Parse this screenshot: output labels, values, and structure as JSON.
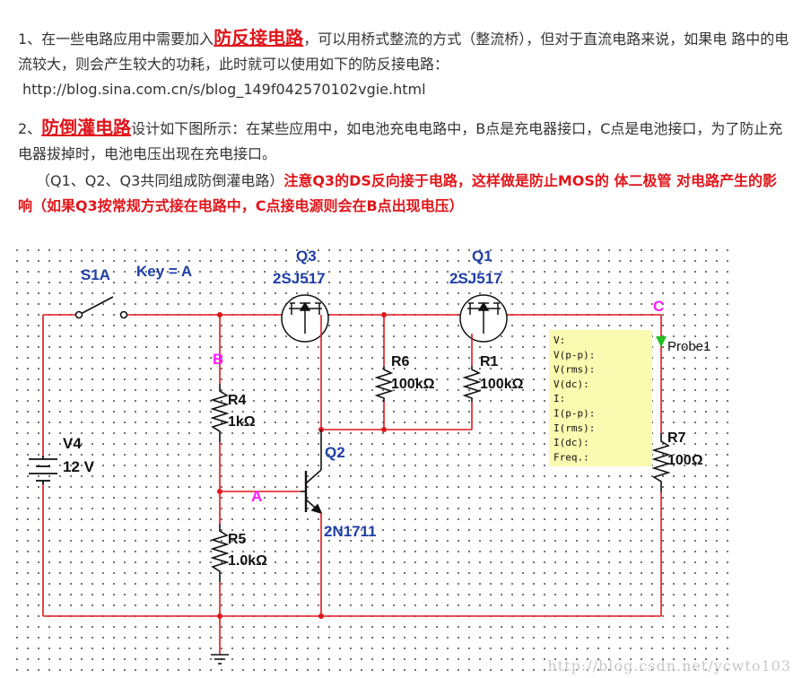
{
  "para1": {
    "prefix": "1、在一些电路应用中需要加入",
    "highlight": "防反接电路",
    "rest": "，可以用桥式整流的方式（整流桥），但对于直流电路来说，如果电  路中的电流较大，则会产生较大的功耗，此时就可以使用如下的防反接电路："
  },
  "link": "http://blog.sina.com.cn/s/blog_149f042570102vgie.html",
  "para2": {
    "prefix": "2、",
    "highlight": "防倒灌电路",
    "rest": "设计如下图所示：在某些应用中，如电池充电电路中，B点是充电器接口，C点是电池接口，为了防止充电器拔掉时，电池电压出现在充电接口。"
  },
  "para3": {
    "prefix": "（Q1、Q2、Q3共同组成防倒灌电路）",
    "red": "注意Q3的DS反向接于电路，这样做是防止MOS的 体二极管 对电路产生的影响（如果Q3按常规方式接在电路中，C点接电源则会在B点出现电压）"
  },
  "circuit": {
    "switch_name": "S1A",
    "switch_key": "Key = A",
    "q3_name": "Q3",
    "q3_part": "2SJ517",
    "q1_name": "Q1",
    "q1_part": "2SJ517",
    "node_b": "B",
    "node_c": "C",
    "node_a": "A",
    "probe_name": "Probe1",
    "probe_fields": [
      "V:",
      "V(p-p):",
      "V(rms):",
      "V(dc):",
      "I:",
      "I(p-p):",
      "I(rms):",
      "I(dc):",
      "Freq.:"
    ],
    "r6_name": "R6",
    "r6_value": "100kΩ",
    "r1_name": "R1",
    "r1_value": "100kΩ",
    "r4_name": "R4",
    "r4_value": "1kΩ",
    "r5_name": "R5",
    "r5_value": "1.0kΩ",
    "r7_name": "R7",
    "r7_value": "100Ω",
    "v4_name": "V4",
    "v4_value": "12 V",
    "q2_name": "Q2",
    "q2_part": "2N1711",
    "colors": {
      "wire": "#e0161b",
      "component": "#111111",
      "label": "#1f3fa6",
      "node": "#ff1aff",
      "probe_bg": "#fafab0",
      "probe_arrow": "#22c022"
    }
  },
  "watermark": "http://blog.csdn.net/ycwto103"
}
